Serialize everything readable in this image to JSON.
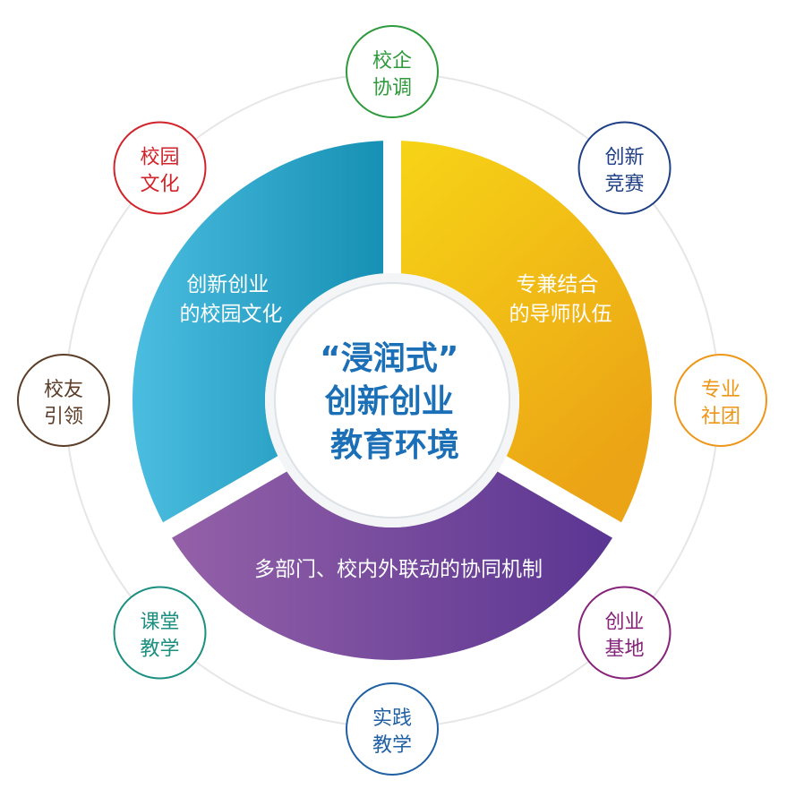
{
  "center": {
    "line1": "“浸润式”",
    "line2": "创新创业",
    "line3": "教育环境",
    "color": "#1b6fb6"
  },
  "segments": {
    "left": {
      "line1": "创新创业",
      "line2": "的校园文化",
      "colors": [
        "#4bbde0",
        "#1690b4"
      ]
    },
    "right": {
      "line1": "专兼结合",
      "line2": "的导师队伍",
      "colors": [
        "#f7d417",
        "#eba415"
      ]
    },
    "bottom": {
      "line1": "多部门、校内外联动的协同机制",
      "colors": [
        "#9461a8",
        "#5a3592"
      ]
    }
  },
  "nodes": [
    {
      "id": "node-xiaoqi",
      "line1": "校企",
      "line2": "协调",
      "color": "#2f9a3c"
    },
    {
      "id": "node-chuangxin",
      "line1": "创新",
      "line2": "竞赛",
      "color": "#1f3f86"
    },
    {
      "id": "node-zhuanye",
      "line1": "专业",
      "line2": "社团",
      "color": "#ee9618"
    },
    {
      "id": "node-jidi",
      "line1": "创业",
      "line2": "基地",
      "color": "#86237a"
    },
    {
      "id": "node-shijian",
      "line1": "实践",
      "line2": "教学",
      "color": "#1f60a5"
    },
    {
      "id": "node-ketang",
      "line1": "课堂",
      "line2": "教学",
      "color": "#1b8f80"
    },
    {
      "id": "node-xiaoyou",
      "line1": "校友",
      "line2": "引领",
      "color": "#5c3d28"
    },
    {
      "id": "node-xiaoyuan",
      "line1": "校园",
      "line2": "文化",
      "color": "#d2232a"
    }
  ]
}
